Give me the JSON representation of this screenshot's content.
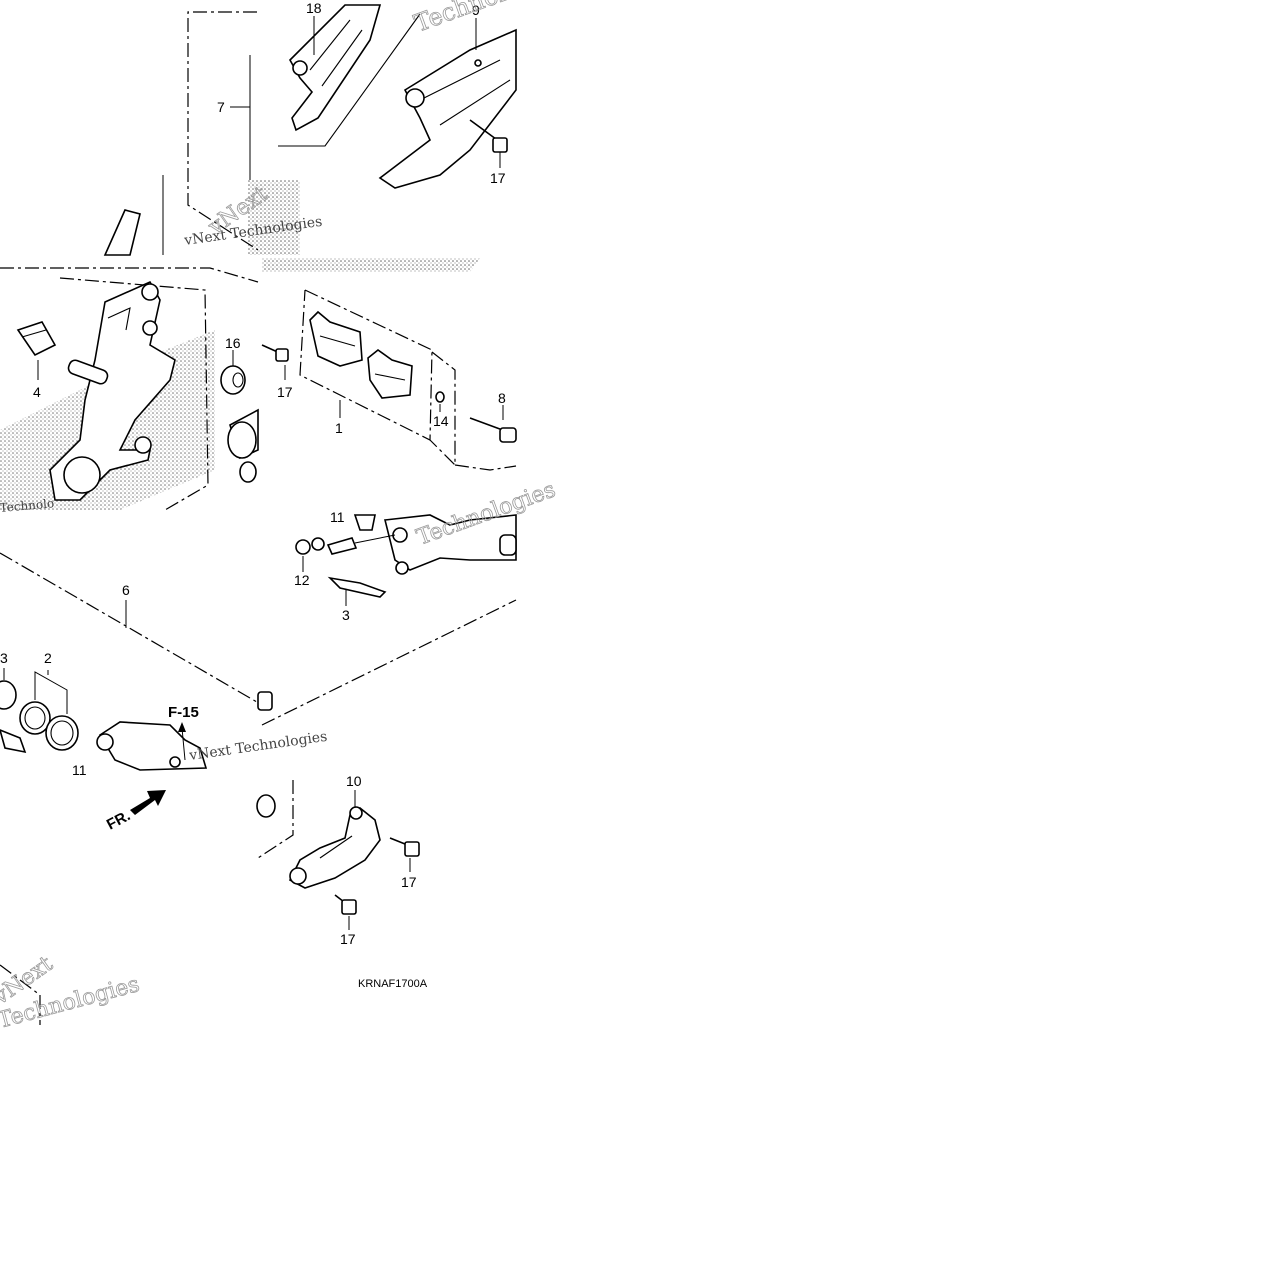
{
  "callouts": {
    "c18": "18",
    "c9": "9",
    "c7": "7",
    "c17_top": "17",
    "c16": "16",
    "c17_mid": "17",
    "c4": "4",
    "c1": "1",
    "c14": "14",
    "c8": "8",
    "c11_top": "11",
    "c12": "12",
    "c3_right": "3",
    "c6": "6",
    "c3_left": "3",
    "c2": "2",
    "c11_bot": "11",
    "c10": "10",
    "c17_bracket_a": "17",
    "c17_bracket_b": "17"
  },
  "ref": {
    "f15": "F-15",
    "front": "FR."
  },
  "diagram_code": "KRNAF1700A",
  "watermarks": {
    "brand": "vNext Technologies",
    "short": "vNext",
    "tech": "Technologies",
    "techno": "Technolo"
  },
  "colors": {
    "ink": "#000000",
    "shade": "#9a9a9a",
    "paper": "#ffffff"
  }
}
